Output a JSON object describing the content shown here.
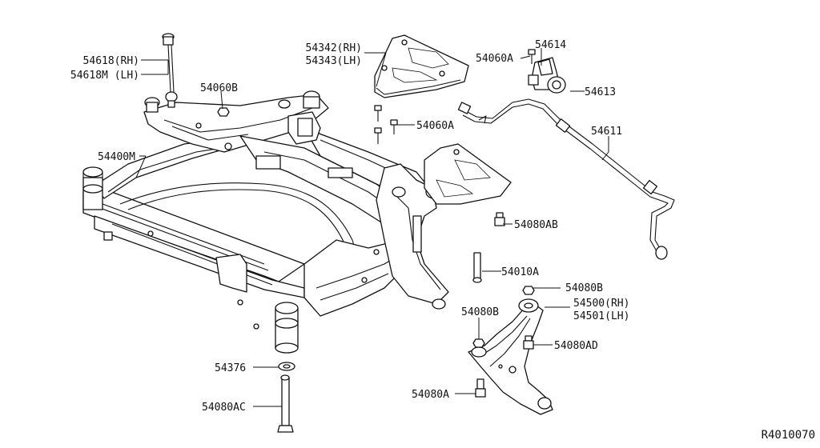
{
  "diagram_id": "R4010070",
  "callouts": {
    "c54618": {
      "line1": "54618(RH)",
      "line2": "54618M (LH)"
    },
    "c54060B": "54060B",
    "c54400M": "54400M",
    "c54342": {
      "line1": "54342(RH)",
      "line2": "54343(LH)"
    },
    "c54060A_top": "54060A",
    "c54614": "54614",
    "c54613": "54613",
    "c54060A_mid": "54060A",
    "c54611": "54611",
    "c54080AB": "54080AB",
    "c54010A": "54010A",
    "c54080B_right": "54080B",
    "c54500": {
      "line1": "54500(RH)",
      "line2": "54501(LH)"
    },
    "c54080B_left": "54080B",
    "c54080AD": "54080AD",
    "c54376": "54376",
    "c54080A_bottom": "54080A",
    "c54080AC": "54080AC"
  }
}
